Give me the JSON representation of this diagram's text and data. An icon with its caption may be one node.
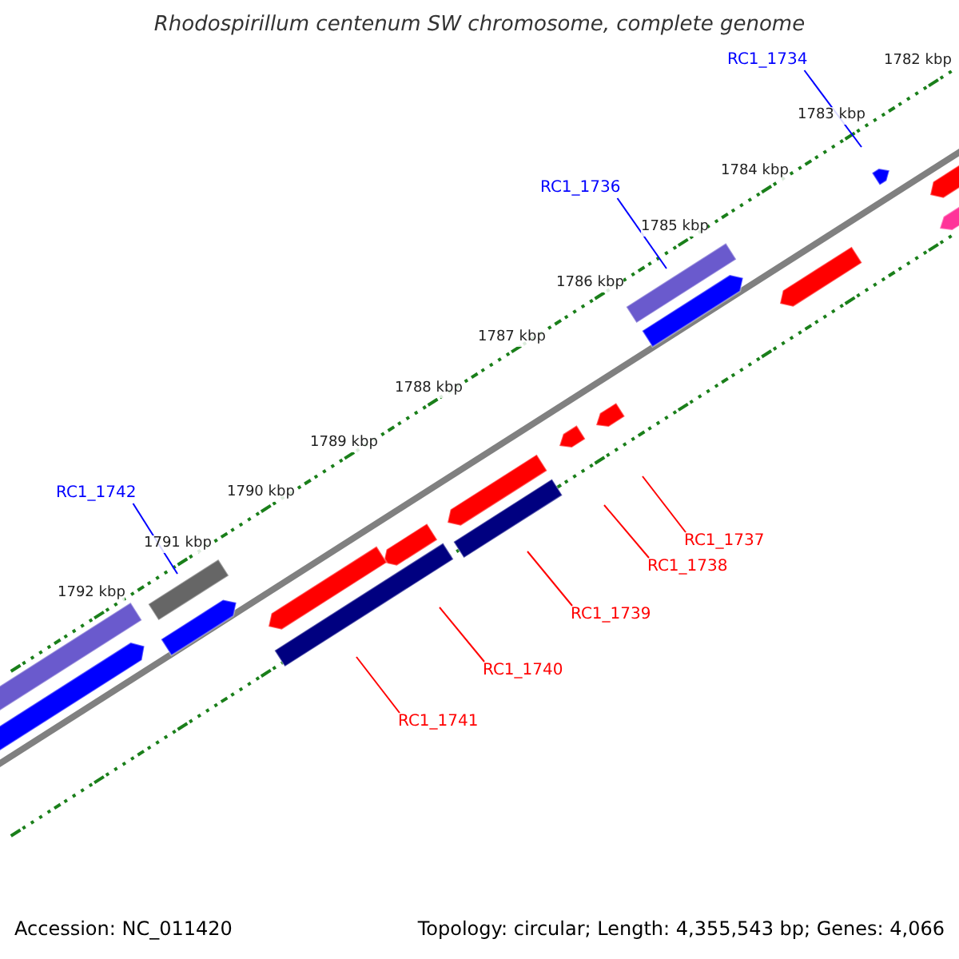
{
  "diagram": {
    "title": "Rhodospirillum centenum SW chromosome, complete genome",
    "nodes": [
      {
        "text": [
          "RC1_1734"
        ]
      },
      {
        "text": [
          "RC1_1736"
        ]
      },
      {
        "text": [
          "RC1_1742"
        ]
      },
      {
        "text": [
          "RC1_1737"
        ]
      },
      {
        "text": [
          "RC1_1738"
        ]
      },
      {
        "text": [
          "RC1_1739"
        ]
      },
      {
        "text": [
          "RC1_1740"
        ]
      },
      {
        "text": [
          "RC1_1741"
        ]
      }
    ],
    "edges": [
      {
        "from": 0,
        "to": null,
        "arrow": "none",
        "color": "#0000ff"
      },
      {
        "from": 1,
        "to": null,
        "arrow": "none",
        "color": "#0000ff"
      },
      {
        "from": 2,
        "to": null,
        "arrow": "none",
        "color": "#0000ff"
      },
      {
        "from": 3,
        "to": null,
        "arrow": "none"
      },
      {
        "from": 4,
        "to": null,
        "arrow": "none"
      },
      {
        "from": 5,
        "to": null,
        "arrow": "none"
      },
      {
        "from": 6,
        "to": null,
        "arrow": "none"
      },
      {
        "from": 7,
        "to": null,
        "arrow": "none"
      }
    ],
    "labels": [
      "1782 kbp",
      "1783 kbp",
      "1784 kbp",
      "1785 kbp",
      "1786 kbp",
      "1787 kbp",
      "1788 kbp",
      "1789 kbp",
      "1790 kbp",
      "1791 kbp",
      "1792 kbp",
      "Accession: NC_011420",
      "Topology: circular; Length: 4,355,543 bp; Genes: 4,066"
    ]
  }
}
